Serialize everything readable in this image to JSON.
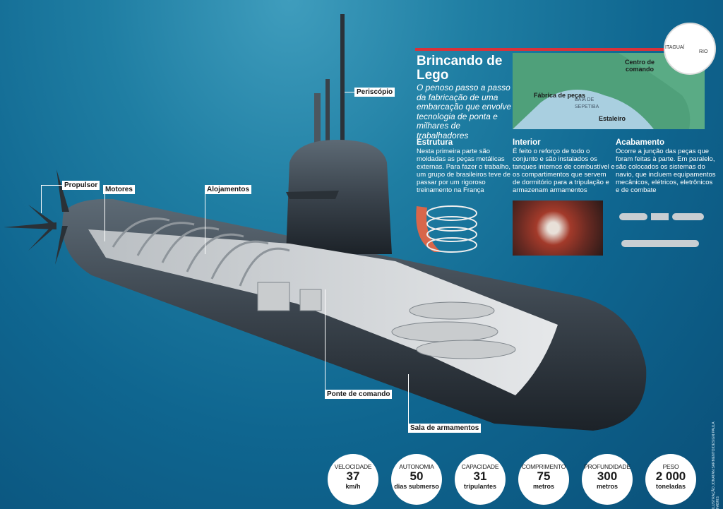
{
  "header": {
    "title": "Brincando de Lego",
    "intro": "O penoso passo a passo da fabricação de uma embarcação que envolve tecnologia de ponta e milhares de trabalhadores",
    "accent": "#d8323a"
  },
  "map": {
    "labels": {
      "factory": "Fábrica de peças",
      "command": "Centro de comando",
      "bay": "BAÍA DE SEPETIBA",
      "shipyard": "Estaleiro"
    },
    "globe": {
      "itaguai": "ITAGUAÍ",
      "rio": "RIO"
    }
  },
  "steps": [
    {
      "title": "Estrutura",
      "text": "Nesta primeira parte são moldadas as peças metálicas externas. Para fazer o trabalho, um grupo de brasileiros teve de passar por um rigoroso treinamento na França"
    },
    {
      "title": "Interior",
      "text": "É feito o reforço de todo o conjunto e são instalados os tanques internos de combustível e os compartimentos que servem de dormitório para a tripulação e armazenam armamentos"
    },
    {
      "title": "Acabamento",
      "text": "Ocorre a junção das peças que foram feitas à parte. Em paralelo, são colocados os sistemas do navio, que incluem equipamentos mecânicos, elétricos, eletrônicos e de combate"
    }
  ],
  "callouts": {
    "periscope": "Periscópio",
    "propeller": "Propulsor",
    "engines": "Motores",
    "quarters": "Alojamentos",
    "bridge": "Ponte de comando",
    "weapons": "Sala de armamentos"
  },
  "stats": [
    {
      "key": "VELOCIDADE",
      "value": "37",
      "unit": "km/h"
    },
    {
      "key": "AUTONOMIA",
      "value": "50",
      "unit": "dias submerso"
    },
    {
      "key": "CAPACIDADE",
      "value": "31",
      "unit": "tripulantes"
    },
    {
      "key": "COMPRIMENTO",
      "value": "75",
      "unit": "metros"
    },
    {
      "key": "PROFUNDIDADE",
      "value": "300",
      "unit": "metros"
    },
    {
      "key": "PESO",
      "value": "2 000",
      "unit": "toneladas"
    }
  ],
  "credit": "ILUSTRAÇÃO JONATAN SARMENTO/DESIGN PAULA FABRIS"
}
